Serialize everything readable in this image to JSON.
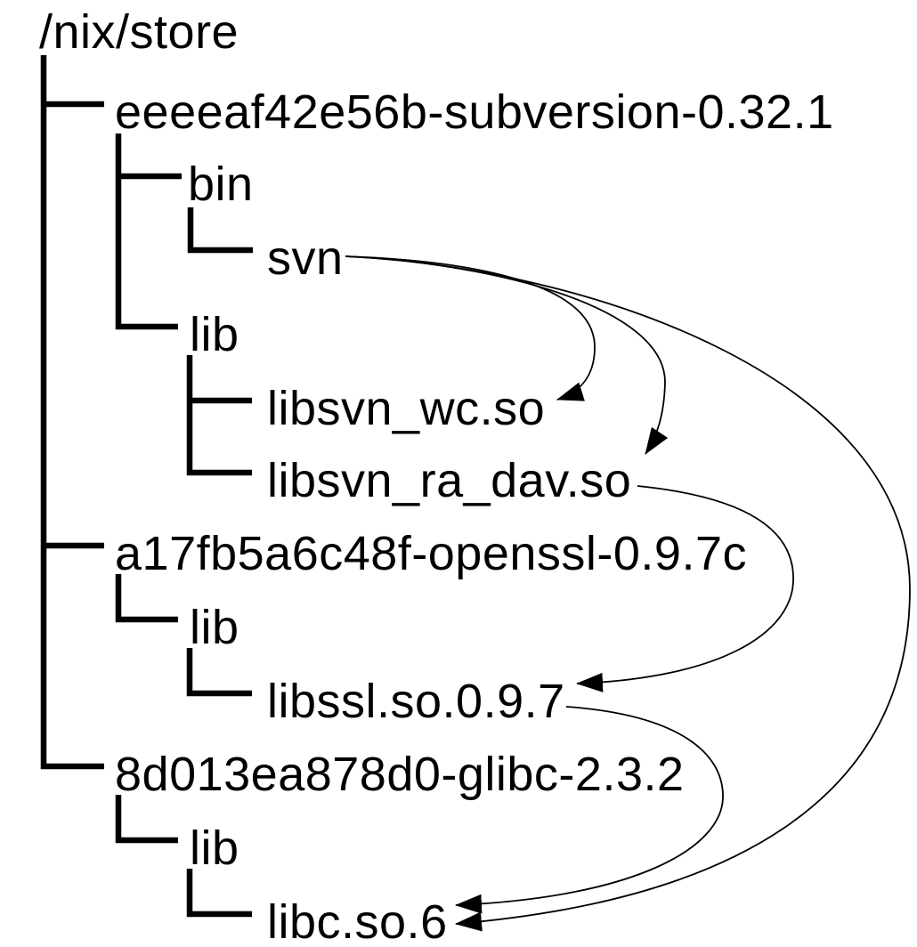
{
  "diagram": {
    "title": "/nix/store",
    "colors": {
      "line": "#000000",
      "text": "#000000",
      "background": "#ffffff"
    },
    "tree": {
      "root": {
        "label": "/nix/store"
      },
      "packages": [
        {
          "label": "eeeeaf42e56b-subversion-0.32.1",
          "children": [
            {
              "label": "bin",
              "children": [
                {
                  "label": "svn"
                }
              ]
            },
            {
              "label": "lib",
              "children": [
                {
                  "label": "libsvn_wc.so"
                },
                {
                  "label": "libsvn_ra_dav.so"
                }
              ]
            }
          ]
        },
        {
          "label": "a17fb5a6c48f-openssl-0.9.7c",
          "children": [
            {
              "label": "lib",
              "children": [
                {
                  "label": "libssl.so.0.9.7"
                }
              ]
            }
          ]
        },
        {
          "label": "8d013ea878d0-glibc-2.3.2",
          "children": [
            {
              "label": "lib",
              "children": [
                {
                  "label": "libc.so.6"
                }
              ]
            }
          ]
        }
      ]
    },
    "dependencies": [
      {
        "from": "svn",
        "to": "libsvn_wc.so"
      },
      {
        "from": "svn",
        "to": "libsvn_ra_dav.so"
      },
      {
        "from": "svn",
        "to": "libc.so.6"
      },
      {
        "from": "libsvn_ra_dav.so",
        "to": "libssl.so.0.9.7"
      },
      {
        "from": "libssl.so.0.9.7",
        "to": "libc.so.6"
      }
    ]
  }
}
